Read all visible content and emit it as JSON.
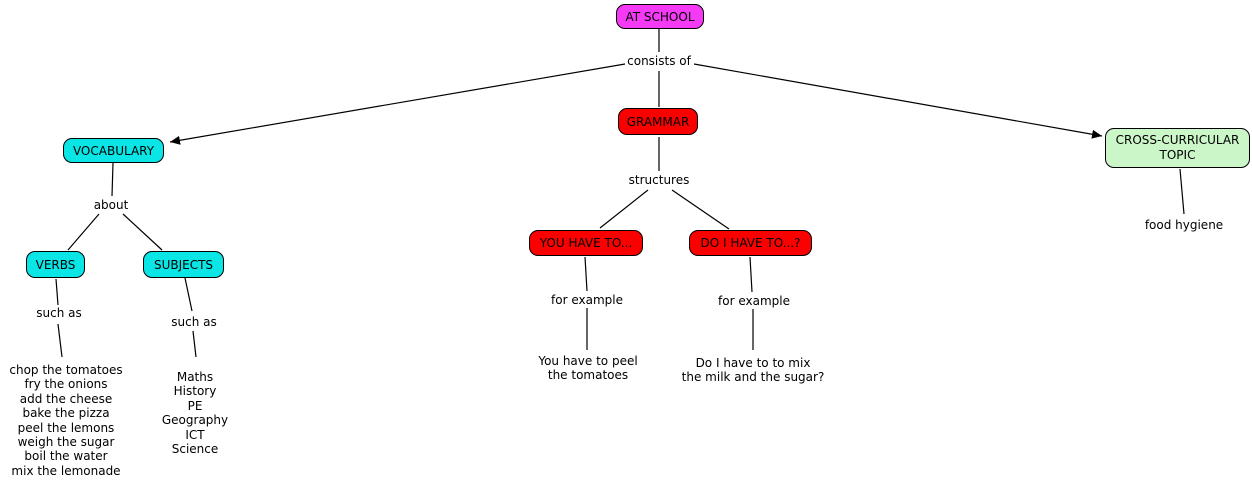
{
  "concepts": {
    "at_school": "AT SCHOOL",
    "vocabulary": "VOCABULARY",
    "grammar": "GRAMMAR",
    "cross_curricular_topic": "CROSS-CURRICULAR TOPIC",
    "verbs": "VERBS",
    "subjects": "SUBJECTS",
    "you_have_to": "YOU HAVE TO...",
    "do_i_have_to": "DO I HAVE TO...?",
    "food_hygiene": "food hygiene"
  },
  "linking_phrases": {
    "consists_of": "consists of",
    "about": "about",
    "structures": "structures",
    "such_as_verbs": "such as",
    "such_as_subjects": "such as",
    "for_example_you": "for example",
    "for_example_do": "for example"
  },
  "lists": {
    "verbs_examples": [
      "chop the tomatoes",
      "fry the onions",
      "add the cheese",
      "bake the pizza",
      "peel the lemons",
      "weigh the sugar",
      "boil the water",
      "mix the lemonade"
    ],
    "subjects_examples": [
      "Maths",
      "History",
      "PE",
      "Geography",
      "ICT",
      "Science"
    ]
  },
  "examples": {
    "you_have_to": [
      "You have to peel",
      "the tomatoes"
    ],
    "do_i_have_to": [
      "Do I have to to mix",
      "the milk and the sugar?"
    ]
  },
  "colors": {
    "at_school_fill": "#f43af4",
    "vocabulary_fill": "#0ae6e6",
    "grammar_fill": "#fa0000",
    "topic_fill": "#cbf6c8",
    "node_border": "#000000",
    "line": "#000000",
    "text": "#000000",
    "background": "#ffffff"
  }
}
